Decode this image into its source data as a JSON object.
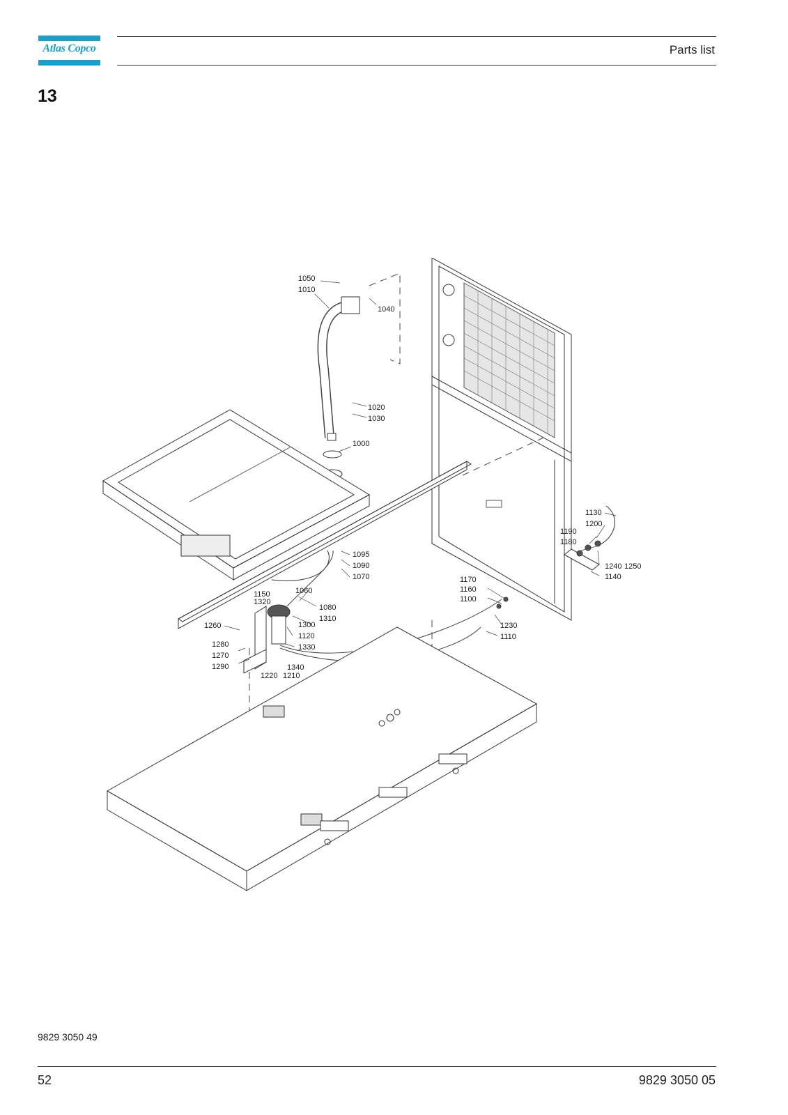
{
  "header": {
    "logo_text": "Atlas Copco",
    "title": "Parts list"
  },
  "section_number": "13",
  "figure": {
    "callouts": [
      "1050",
      "1010",
      "1040",
      "1020",
      "1030",
      "1000",
      "1095",
      "1090",
      "1070",
      "1060",
      "1150",
      "1320",
      "1080",
      "1310",
      "1260",
      "1300",
      "1120",
      "1330",
      "1280",
      "1270",
      "1290",
      "1340",
      "1220",
      "1210",
      "1170",
      "1160",
      "1100",
      "1230",
      "1110",
      "1130",
      "1200",
      "1190",
      "1180",
      "1240",
      "1250",
      "1140"
    ]
  },
  "footer": {
    "reference_number": "9829 3050 49",
    "page_number": "52",
    "document_number": "9829 3050 05"
  },
  "colors": {
    "brand": "#1aa0c8",
    "line": "#333333"
  }
}
